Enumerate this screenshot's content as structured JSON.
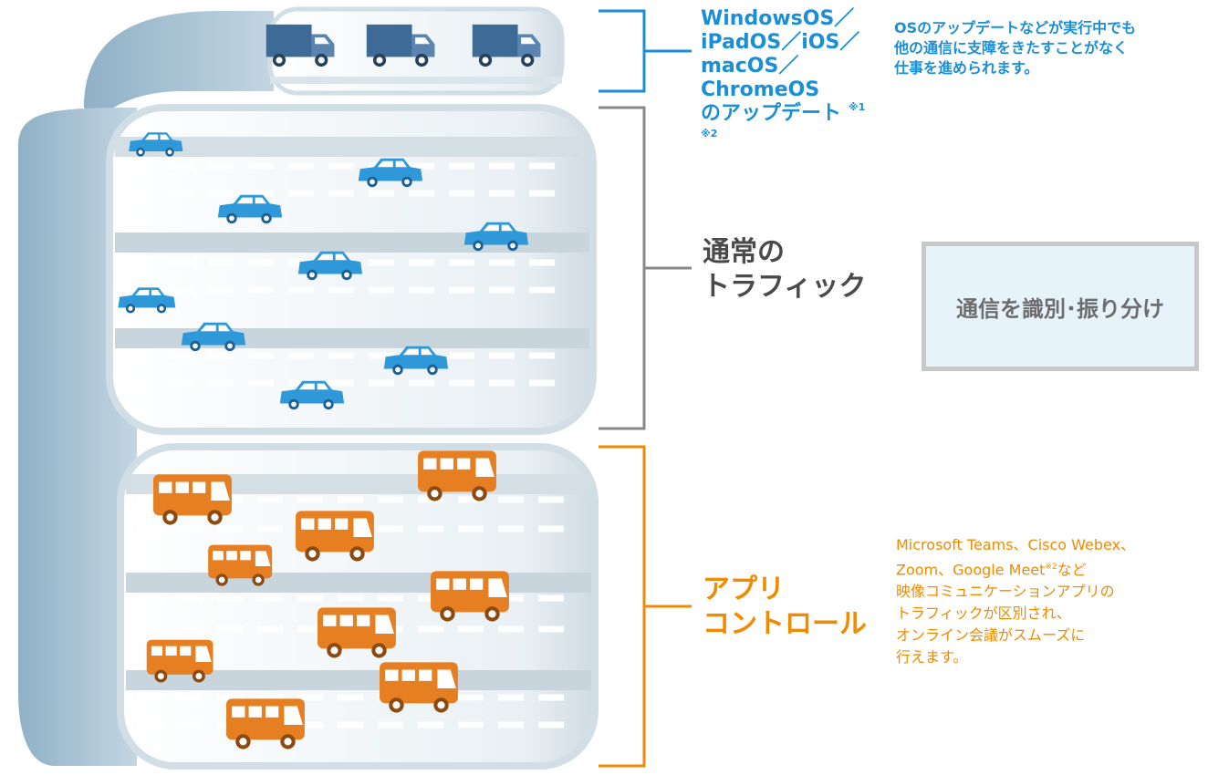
{
  "colors": {
    "blue_text": "#1a8fd6",
    "orange_text": "#f08a00",
    "gray_text": "#4a4a4a",
    "pipe": "#9db9cc",
    "car": "#2f98d8",
    "bus": "#e67e22",
    "truck": "#5b84b1"
  },
  "os_update": {
    "title": "WindowsOS／\niPadOS／iOS／\nmacOS／\nChromeOS\nのアップデート",
    "note": "※1 ※2",
    "description": "OSのアップデートなどが実行中でも\n他の通信に支障をきたすことがなく\n仕事を進められます。"
  },
  "normal_traffic": {
    "title": "通常の\nトラフィック"
  },
  "identify_box": {
    "label": "通信を識別･振り分け"
  },
  "app_control": {
    "title": "アプリ\nコントロール",
    "description_first": "Microsoft Teams、Cisco Webex、\nZoom、Google Meet",
    "description_note": "※2",
    "description_rest": "など\n映像コミュニケーションアプリの\nトラフィックが区別され、\nオンライン会議がスムーズに\n行えます。"
  },
  "icons": [
    "truck-icon",
    "car-icon",
    "bus-icon"
  ]
}
